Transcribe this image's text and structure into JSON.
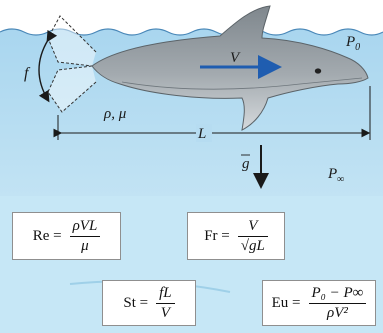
{
  "colors": {
    "water_top": "#a9d6ef",
    "water_bottom": "#c4e4f4",
    "dolphin": "#9aa1a6",
    "dolphin_dark": "#6e767c",
    "velocity_arrow": "#1f5db0",
    "line": "#1a1a1a",
    "formula_panel_bg": "#c6e7f6"
  },
  "diagram": {
    "labels": {
      "f": "f",
      "V": "V",
      "P0": "P",
      "P0_sub": "0",
      "rho_mu": "ρ, μ",
      "L": "L",
      "g": "g",
      "Pinf": "P",
      "Pinf_sub": "∞"
    }
  },
  "formulas": {
    "re": {
      "lhs": "Re =",
      "num": "ρVL",
      "den": "μ"
    },
    "fr": {
      "lhs": "Fr =",
      "num": "V",
      "den": "gL"
    },
    "st": {
      "lhs": "St =",
      "num": "fL",
      "den": "V"
    },
    "eu": {
      "lhs": "Eu =",
      "num": "P₀ − P∞",
      "den": "ρV²"
    }
  }
}
